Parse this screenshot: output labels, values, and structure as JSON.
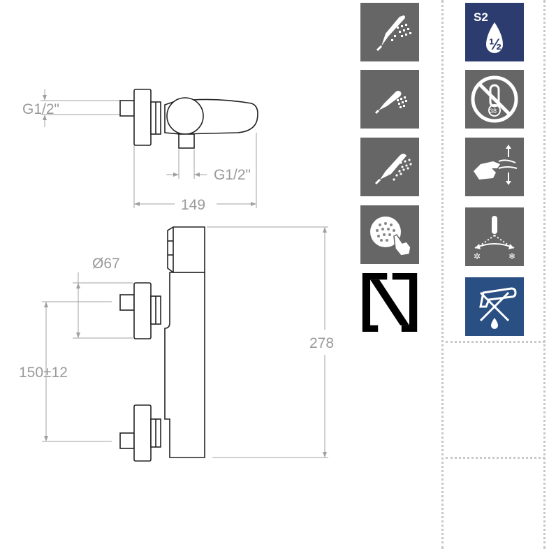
{
  "dimensions": {
    "inlet_thread_top": "G1/2\"",
    "outlet_thread": "G1/2\"",
    "width": "149",
    "diameter": "Ø67",
    "inlet_spacing": "150±12",
    "height": "278"
  },
  "icons": {
    "s2_badge": "S2",
    "half_flow": "½",
    "temperature": "38"
  },
  "colors": {
    "tile_grey": "#666666",
    "tile_navy": "#2c3c6e",
    "tile_blue": "#2a4f82",
    "dimension_line": "#9a9a9a"
  }
}
